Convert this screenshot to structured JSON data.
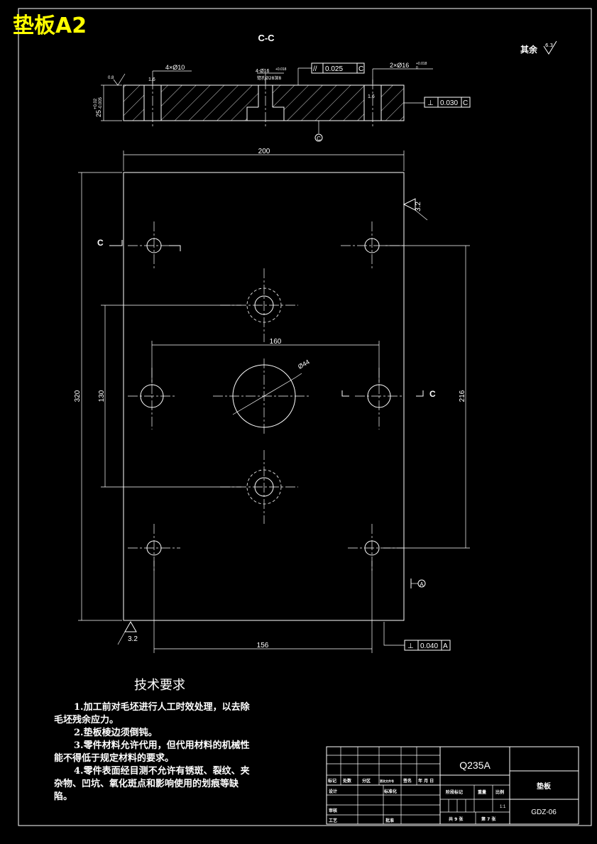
{
  "sheet_label": "垫板A2",
  "section_label": "C-C",
  "roughness_note": {
    "label": "其余",
    "value": "6.3"
  },
  "section_view": {
    "hole_callout_left": "4×Ø10",
    "hole_callout_center_line1": "4-Ø16",
    "hole_callout_center_tol": "+0.018",
    "hole_callout_center_line2": "锪孔Ø28深8",
    "hole_callout_right": "2×Ø16",
    "hole_callout_right_tol": "+0.018",
    "hole_callout_right_tol_low": "0",
    "thickness": "25",
    "thickness_tol_upper": "+0.02",
    "thickness_tol_lower": "-0.005",
    "roughness_top": "0.8",
    "roughness_left": "1.6",
    "roughness_right": "1.6",
    "parallel_frame": {
      "symbol": "//",
      "value": "0.025",
      "datum": "C"
    },
    "perp_frame_top": {
      "symbol": "⊥",
      "value": "0.030",
      "datum": "C"
    },
    "datum_c": "C"
  },
  "plan_view": {
    "dim_width": "200",
    "dim_height": "320",
    "dim_160": "160",
    "dim_130": "130",
    "dim_216": "216",
    "dim_156": "156",
    "dia_44": "Ø44",
    "roughness_right_top": "3.2",
    "roughness_bottom_left": "3.2",
    "section_mark_left": "C",
    "section_mark_right": "C",
    "datum_a": "A",
    "perp_frame_bottom": {
      "symbol": "⊥",
      "value": "0.040",
      "datum": "A"
    }
  },
  "tech_requirements": {
    "title": "技术要求",
    "lines": [
      "1.加工前对毛坯进行人工时效处理，以去除",
      "毛坯残余应力。",
      "2.垫板棱边须倒钝。",
      "3.零件材料允许代用，但代用材料的机械性",
      "能不得低于规定材料的要求。",
      "4.零件表面经目测不允许有锈斑、裂纹、夹",
      "杂物、凹坑、氧化斑点和影响使用的划痕等缺",
      "陷。"
    ]
  },
  "title_block": {
    "material": "Q235A",
    "part_name": "垫板",
    "drawing_no": "GDZ-06",
    "row_labels": [
      "标记",
      "处数",
      "分区",
      "更改文件号",
      "签名",
      "年 月 日"
    ],
    "design": "设计",
    "standardize": "标准化",
    "review": "审核",
    "process": "工艺",
    "approve": "批准",
    "stage_mark": "阶段标记",
    "weight": "重量",
    "scale": "比例",
    "scale_value": "1:1",
    "sheet_total": "共 9 张",
    "sheet_no": "第 7 张"
  }
}
